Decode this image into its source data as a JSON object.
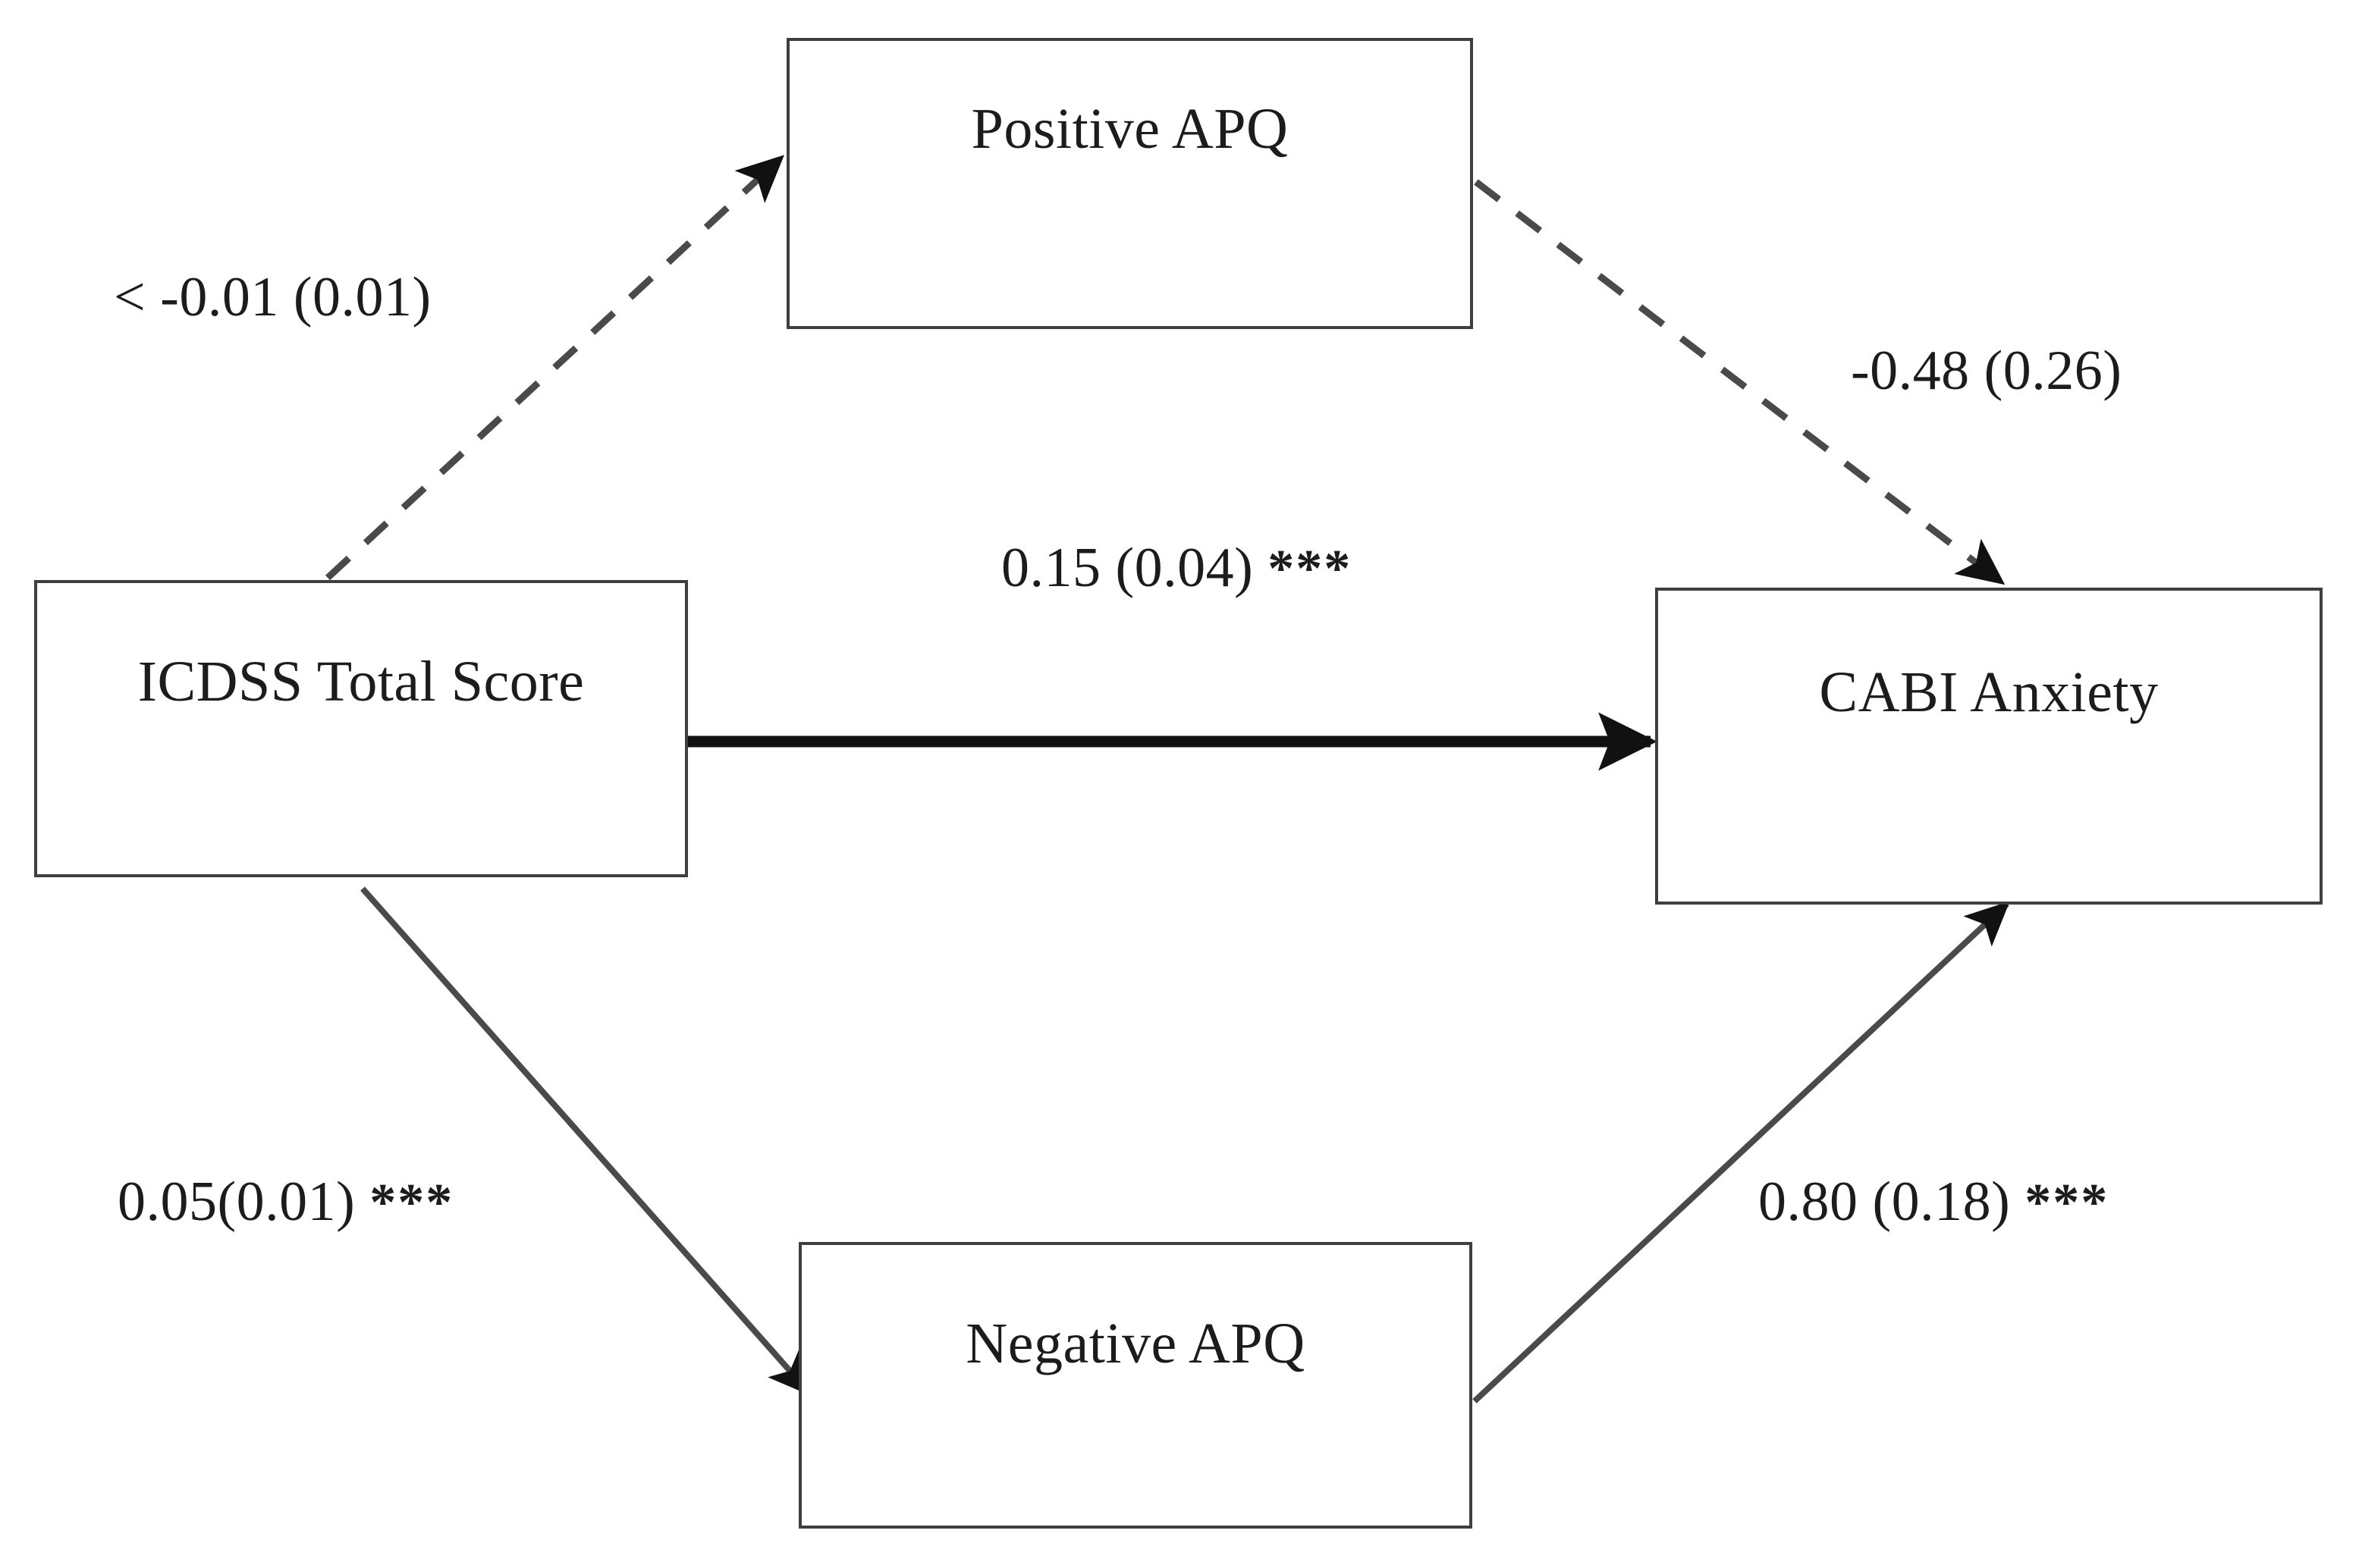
{
  "diagram": {
    "type": "mediation-path-model",
    "background_color": "#ffffff",
    "line_color": "#3f3f3f",
    "text_color": "#1c1c1c",
    "nodes": [
      {
        "id": "icdss",
        "label": "ICDSS Total Score",
        "role": "predictor"
      },
      {
        "id": "positive",
        "label": "Positive APQ",
        "role": "mediator"
      },
      {
        "id": "negative",
        "label": "Negative APQ",
        "role": "mediator"
      },
      {
        "id": "cabi",
        "label": "CABI Anxiety",
        "role": "outcome"
      }
    ],
    "paths": [
      {
        "id": "a1",
        "from": "icdss",
        "to": "positive",
        "coefficient": "< -0.01",
        "standard_error": "(0.01)",
        "significance": "",
        "label": "< -0.01 (0.01)",
        "style": "dashed"
      },
      {
        "id": "b1",
        "from": "positive",
        "to": "cabi",
        "coefficient": "-0.48",
        "standard_error": "(0.26)",
        "significance": "",
        "label": "-0.48 (0.26)",
        "style": "dashed"
      },
      {
        "id": "c",
        "from": "icdss",
        "to": "cabi",
        "coefficient": "0.15",
        "standard_error": "(0.04)",
        "significance": "***",
        "label": "0.15 (0.04) ",
        "style": "solid-thick"
      },
      {
        "id": "a2",
        "from": "icdss",
        "to": "negative",
        "coefficient": "0.05",
        "standard_error": "(0.01)",
        "significance": "***",
        "label": "0.05(0.01) ",
        "style": "solid-thin"
      },
      {
        "id": "b2",
        "from": "negative",
        "to": "cabi",
        "coefficient": "0.80",
        "standard_error": "(0.18)",
        "significance": "***",
        "label": "0.80 (0.18) ",
        "style": "solid-thin"
      }
    ],
    "labels": {
      "a1": "< -0.01 (0.01)",
      "b1": "-0.48 (0.26)",
      "c": "0.15 (0.04) ",
      "c_stars": "***",
      "a2": "0.05(0.01) ",
      "a2_stars": "***",
      "b2": "0.80 (0.18) ",
      "b2_stars": "***"
    }
  }
}
